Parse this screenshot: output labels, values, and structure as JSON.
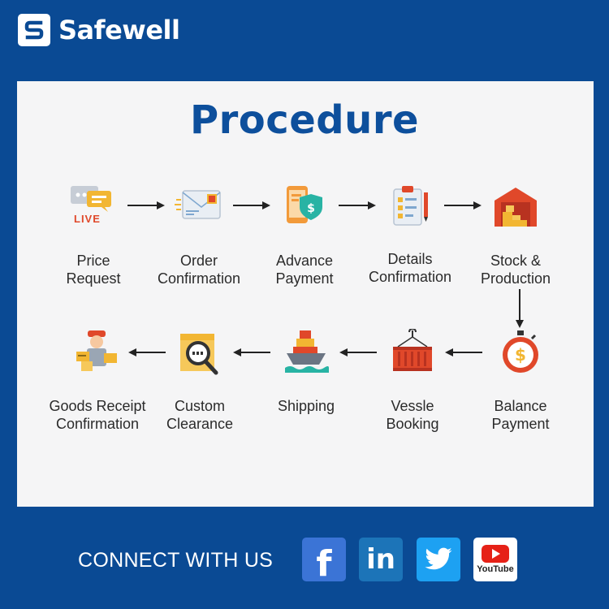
{
  "brand": {
    "name": "Safewell",
    "bg_color": "#0a4a94",
    "title_color": "#0d4f9c"
  },
  "title": "Procedure",
  "steps": [
    {
      "line1": "Price",
      "line2": "Request",
      "icon_text": "LIVE",
      "icon": "chat-bubbles-live-icon"
    },
    {
      "line1": "Order",
      "line2": "Confirmation",
      "icon": "order-envelope-icon"
    },
    {
      "line1": "Advance",
      "line2": "Payment",
      "icon": "phone-shield-payment-icon"
    },
    {
      "line1": "Details",
      "line2": "Confirmation",
      "icon": "clipboard-details-icon"
    },
    {
      "line1": "Stock &",
      "line2": "Production",
      "icon": "warehouse-icon"
    },
    {
      "line1": "Balance",
      "line2": "Payment",
      "icon": "stopwatch-dollar-icon"
    },
    {
      "line1": "Vessle",
      "line2": "Booking",
      "icon": "shipping-container-icon"
    },
    {
      "line1": "Shipping",
      "line2": "",
      "icon": "cargo-ship-icon"
    },
    {
      "line1": "Custom",
      "line2": "Clearance",
      "icon": "box-magnifier-icon"
    },
    {
      "line1": "Goods Receipt",
      "line2": "Confirmation",
      "icon": "courier-boxes-icon"
    }
  ],
  "footer": {
    "text": "CONNECT WITH US",
    "social": [
      {
        "name": "facebook-icon",
        "glyph": "f",
        "color": "#3b74d6"
      },
      {
        "name": "linkedin-icon",
        "glyph": "in",
        "color": "#1c74b8"
      },
      {
        "name": "twitter-icon",
        "glyph": "",
        "color": "#1da1f2"
      },
      {
        "name": "youtube-icon",
        "glyph": "YouTube",
        "color": "#ffffff"
      }
    ]
  }
}
